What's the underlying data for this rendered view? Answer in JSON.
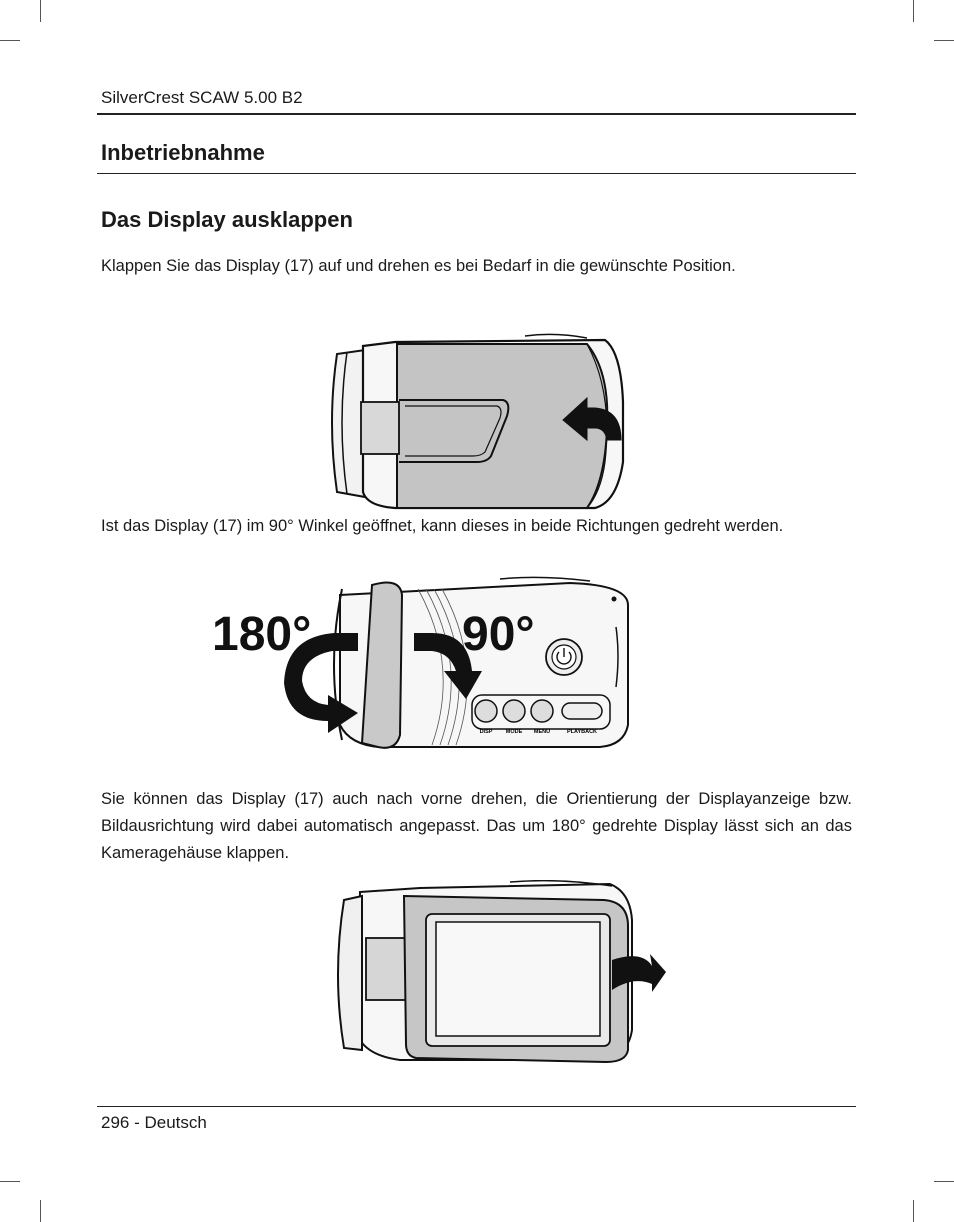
{
  "header": {
    "product": "SilverCrest SCAW 5.00 B2"
  },
  "section": {
    "title": "Inbetriebnahme"
  },
  "subsection": {
    "title": "Das Display ausklappen"
  },
  "paragraphs": [
    "Klappen Sie das Display (17) auf  und drehen es bei Bedarf in die gewünschte Position.",
    "Ist das Display (17) im 90° Winkel geöffnet, kann dieses in beide Richtungen gedreht werden.",
    "Sie können das Display (17) auch nach vorne drehen, die Orientierung der Displayanzeige bzw. Bildausrichtung wird dabei automatisch angepasst. Das um 180° gedrehte Display lässt sich an das Kameragehäuse klappen."
  ],
  "figure2": {
    "rotation_left": "180°",
    "rotation_right": "90°",
    "buttons": [
      "DISP",
      "MODE",
      "MENU",
      "PLAYBACK"
    ]
  },
  "footer": {
    "page_label": "296 - Deutsch"
  }
}
